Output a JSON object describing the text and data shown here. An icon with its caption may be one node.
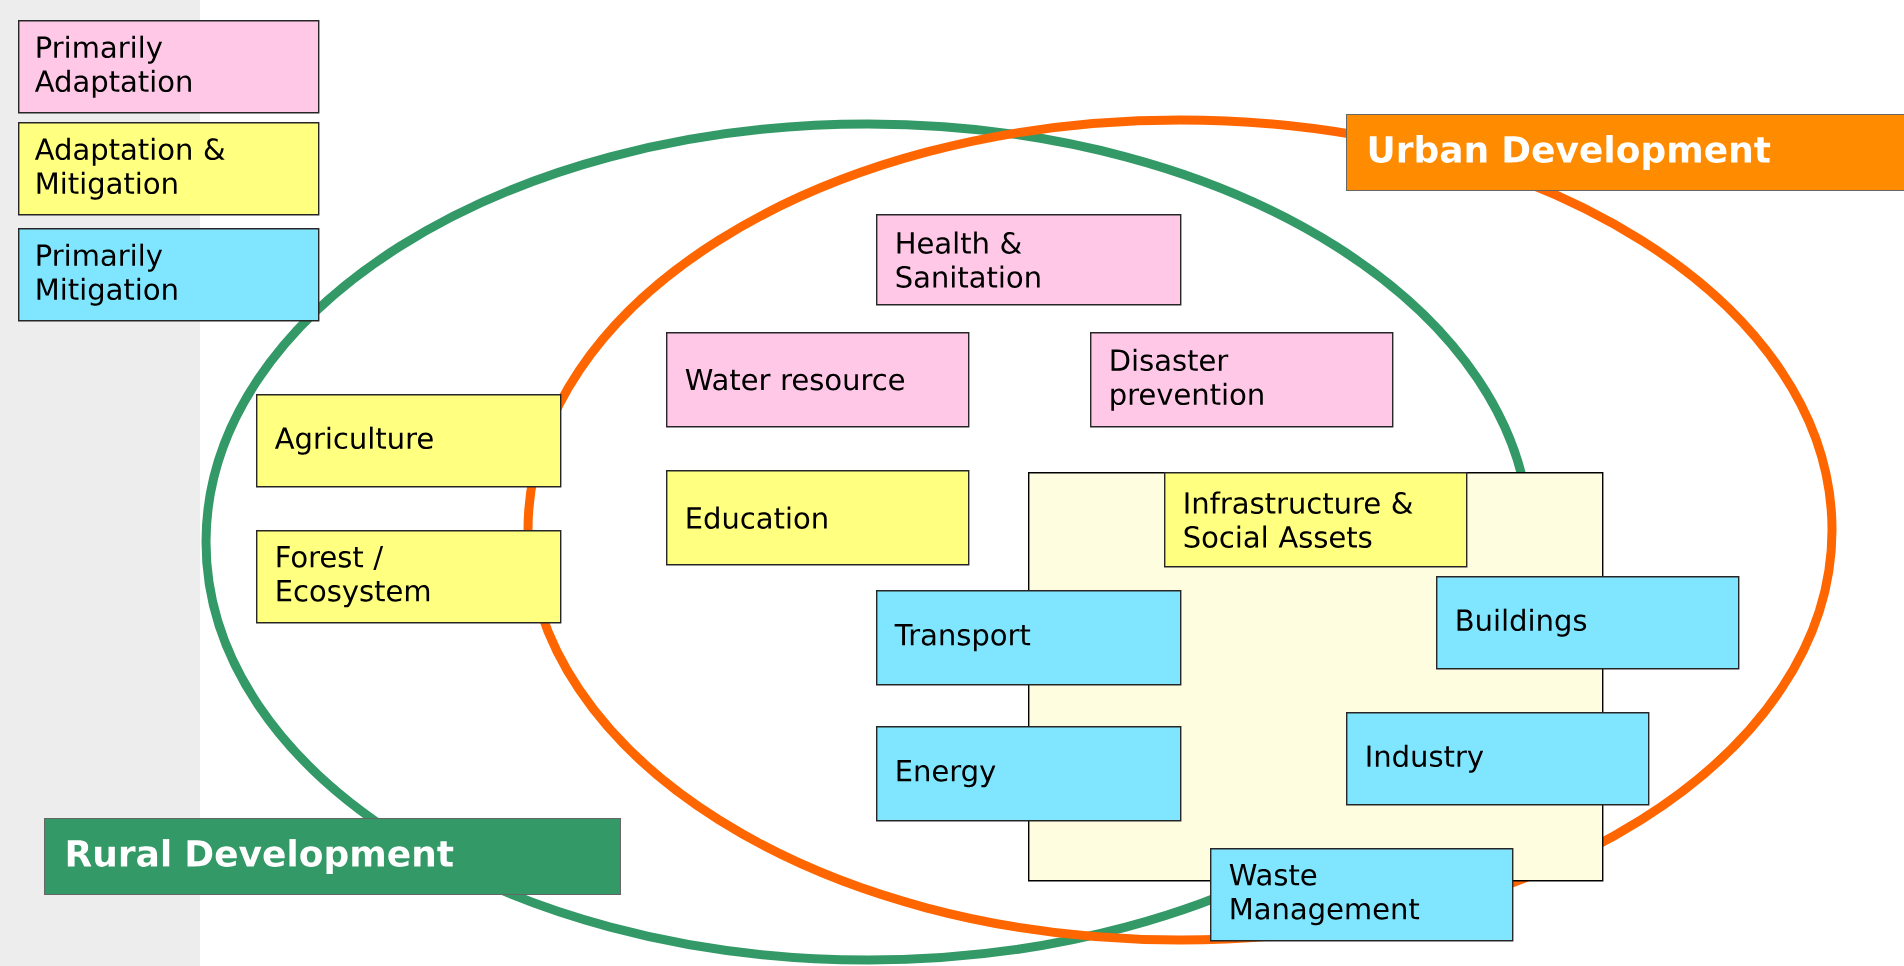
{
  "diagram": {
    "nodes": [
      {
        "text": [
          "Rural Development"
        ]
      },
      {
        "text": [
          "Urban Development"
        ]
      },
      {
        "text": [
          "Health & Sanitation"
        ]
      },
      {
        "text": [
          "Water resource"
        ]
      },
      {
        "text": [
          "Disaster prevention"
        ]
      },
      {
        "text": [
          "Agriculture"
        ]
      },
      {
        "text": [
          "Education"
        ]
      },
      {
        "text": [
          "Forest / Ecosystem"
        ]
      },
      {
        "text": [],
        "shape": "box"
      },
      {
        "text": [
          "Infrastructure & Social Assets"
        ],
        "in": 8
      },
      {
        "text": [
          "Transport"
        ]
      },
      {
        "text": [
          "Buildings"
        ]
      },
      {
        "text": [
          "Energy"
        ]
      },
      {
        "text": [
          "Industry"
        ]
      },
      {
        "text": [
          "Waste Management"
        ]
      }
    ],
    "legend": [
      {
        "text": "Primarily Adaptation",
        "color": "#ffc8e6"
      },
      {
        "text": "Adaptation & Mitigation",
        "color": "#ffff80"
      },
      {
        "text": "Primarily Mitigation",
        "color": "#80e6ff"
      }
    ]
  }
}
